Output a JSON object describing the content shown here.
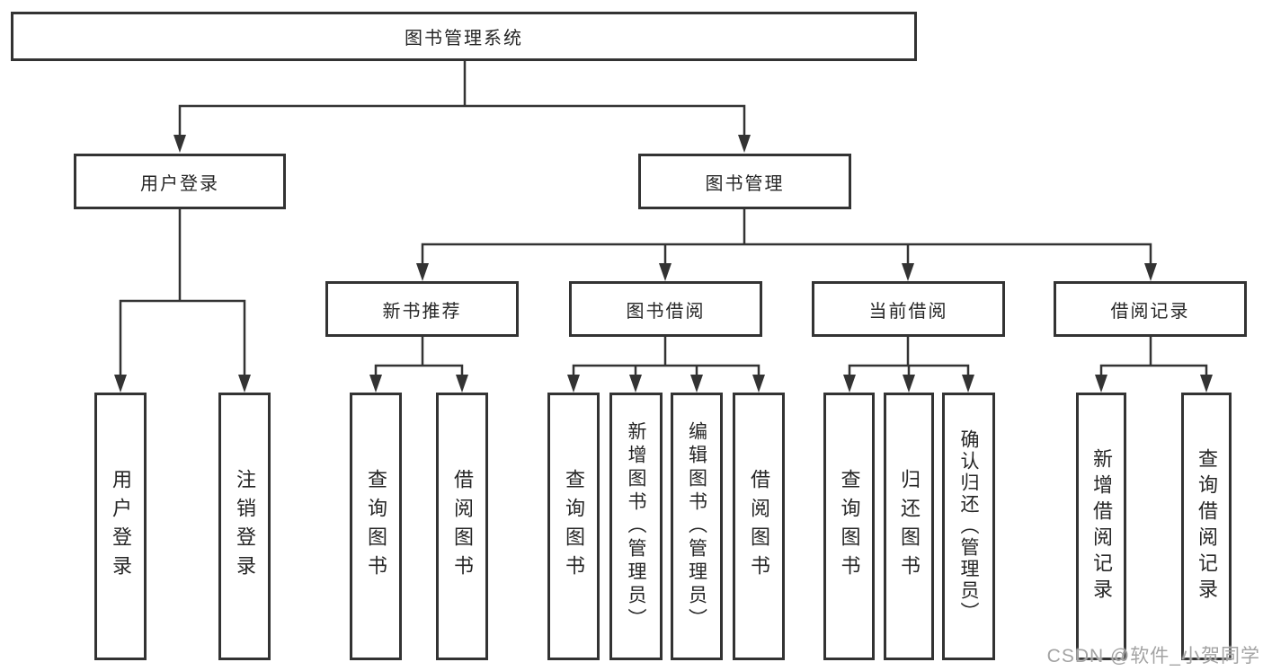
{
  "diagram": {
    "root": "图书管理系统",
    "level2": [
      "用户登录",
      "图书管理"
    ],
    "level3": [
      "新书推荐",
      "图书借阅",
      "当前借阅",
      "借阅记录"
    ],
    "user_login_children": [
      "用户登录",
      "注销登录"
    ],
    "new_book_children": [
      "查询图书",
      "借阅图书"
    ],
    "book_borrow_children": [
      "查询图书",
      "新增图书（管理员）",
      "编辑图书（管理员）",
      "借阅图书"
    ],
    "current_borrow_children": [
      "查询图书",
      "归还图书",
      "确认归还（管理员）"
    ],
    "record_children": [
      "新增借阅记录",
      "查询借阅记录"
    ]
  },
  "watermark": "CSDN @软件_小贺同学",
  "colors": {
    "line": "#333333",
    "box_border": "#333333",
    "box_background": "#ffffff",
    "text": "#262626",
    "watermark": "#a3a3a3",
    "page_background": "#ffffff"
  }
}
